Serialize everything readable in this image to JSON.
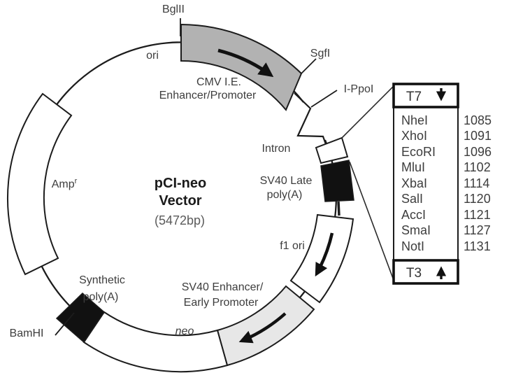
{
  "figure": {
    "name": "pCI-neo Vector plasmid map",
    "title_line1": "pCI-neo",
    "title_line2": "Vector",
    "size_label": "(5472bp)"
  },
  "diagram": {
    "labels": {
      "bglii": "BglII",
      "ori": "ori",
      "cmv_line1": "CMV I.E.",
      "cmv_line2": "Enhancer/Promoter",
      "sgfi": "SgfI",
      "ippoi": "I-PpoI",
      "intron": "Intron",
      "sv40_late_line1": "SV40 Late",
      "sv40_late_line2": "poly(A)",
      "f1_ori": "f1 ori",
      "sv40_ep_line1": "SV40 Enhancer/",
      "sv40_ep_line2": "Early Promoter",
      "neo": "neo",
      "synthetic_line1": "Synthetic",
      "synthetic_line2": "poly(A)",
      "bamhi": "BamHI",
      "amp_base": "Amp",
      "amp_sup": "r"
    },
    "colors": {
      "cmv_fill": "#b2b2b2",
      "sv40_ep_fill": "#e7e7e7",
      "feature_black": "#111111",
      "white_fill": "#ffffff",
      "line": "#1c1c1c"
    }
  },
  "mcs": {
    "t7_label": "T7",
    "t3_label": "T3",
    "rows": [
      {
        "enzyme": "NheI",
        "position": "1085"
      },
      {
        "enzyme": "XhoI",
        "position": "1091"
      },
      {
        "enzyme": "EcoRI",
        "position": "1096"
      },
      {
        "enzyme": "MluI",
        "position": "1102"
      },
      {
        "enzyme": "XbaI",
        "position": "1114"
      },
      {
        "enzyme": "SalI",
        "position": "1120"
      },
      {
        "enzyme": "AccI",
        "position": "1121"
      },
      {
        "enzyme": "SmaI",
        "position": "1127"
      },
      {
        "enzyme": "NotI",
        "position": "1131"
      }
    ]
  }
}
